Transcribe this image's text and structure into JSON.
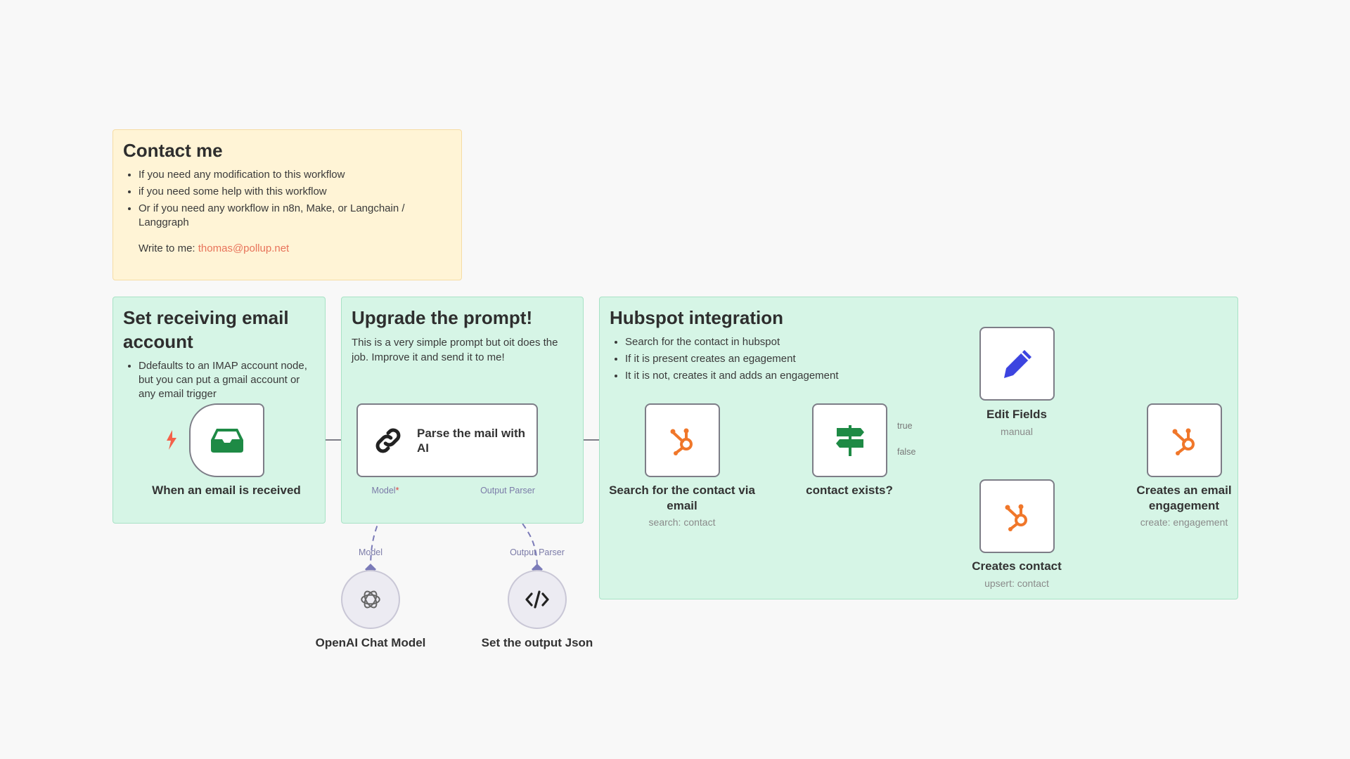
{
  "sticky_contact": {
    "title": "Contact me",
    "items": [
      "If you need any modification to this workflow",
      "if you need some help with this workflow",
      "Or if you need any workflow in n8n, Make, or Langchain / Langgraph"
    ],
    "write_prefix": "Write to me: ",
    "email": "thomas@pollup.net"
  },
  "sticky_email": {
    "title": "Set receiving email account",
    "items": [
      "Ddefaults to an IMAP account node, but you can put a gmail account or any email trigger"
    ]
  },
  "sticky_prompt": {
    "title": "Upgrade the prompt!",
    "text": "This is a very simple prompt but oit does the job. Improve it and send it to me!"
  },
  "sticky_hubspot": {
    "title": "Hubspot integration",
    "items": [
      "Search for the contact in hubspot",
      "If it is present creates an egagement",
      "It it is not, creates it and adds an engagement"
    ]
  },
  "nodes": {
    "trigger": {
      "title": "When an email is received"
    },
    "parse": {
      "title": "Parse the mail with AI",
      "port_model": "Model",
      "port_required": "*",
      "port_parser": "Output Parser"
    },
    "openai": {
      "title": "OpenAI Chat Model",
      "port": "Model"
    },
    "json": {
      "title": "Set the output Json",
      "port": "Output Parser"
    },
    "search": {
      "title": "Search for the contact via email",
      "subtitle": "search: contact"
    },
    "if": {
      "title": "contact exists?",
      "true_label": "true",
      "false_label": "false"
    },
    "edit": {
      "title": "Edit Fields",
      "subtitle": "manual"
    },
    "create": {
      "title": "Creates contact",
      "subtitle": "upsert: contact"
    },
    "engagement": {
      "title": "Creates an email engagement",
      "subtitle": "create: engagement"
    }
  },
  "colors": {
    "hubspot": "#f0772a",
    "imap": "#1e8a45",
    "if": "#1e8a45",
    "edit": "#3c44e0",
    "wire": "#7d7d87",
    "ai_wire": "#7b7bb8"
  }
}
